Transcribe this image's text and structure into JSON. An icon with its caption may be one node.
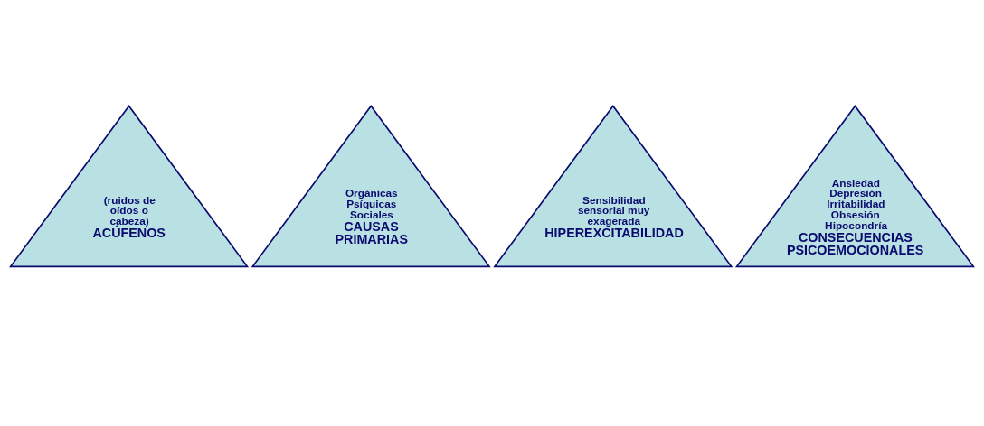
{
  "diagram": {
    "nodes": [
      {
        "text": [
          "(ruidos de oídos o cabeza)",
          "ACÚFENOS"
        ]
      },
      {
        "text": [
          "Orgánicas Psíquicas Sociales",
          "CAUSAS PRIMARIAS"
        ]
      },
      {
        "text": [
          "Sensibilidad sensorial muy exagerada",
          "HIPEREXCITABILIDAD"
        ]
      },
      {
        "text": [
          "Ansiedad Depresión Irritabilidad Obsesión Hipocondría",
          "CONSECUENCIAS PSICOEMOCIONALES"
        ]
      }
    ]
  }
}
